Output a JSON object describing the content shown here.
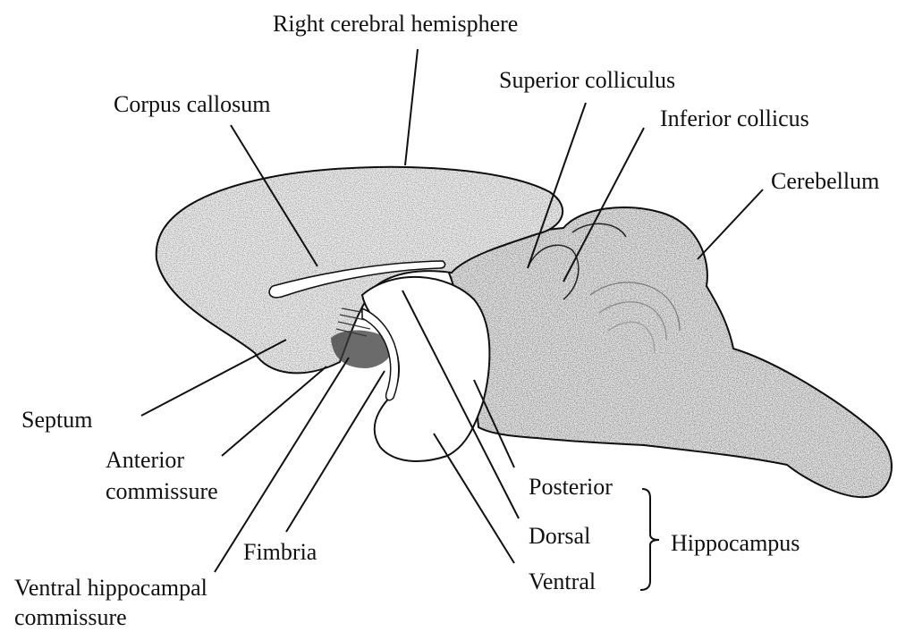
{
  "diagram": {
    "labels": {
      "right_cerebral_hemisphere": "Right cerebral hemisphere",
      "corpus_callosum": "Corpus callosum",
      "superior_colliculus": "Superior colliculus",
      "inferior_collicus": "Inferior collicus",
      "cerebellum": "Cerebellum",
      "septum": "Septum",
      "anterior_commissure_line1": "Anterior",
      "anterior_commissure_line2": "commissure",
      "fimbria": "Fimbria",
      "ventral_hippocampal_commissure_line1": "Ventral hippocampal",
      "ventral_hippocampal_commissure_line2": "commissure",
      "posterior": "Posterior",
      "dorsal": "Dorsal",
      "ventral": "Ventral",
      "hippocampus": "Hippocampus"
    }
  }
}
